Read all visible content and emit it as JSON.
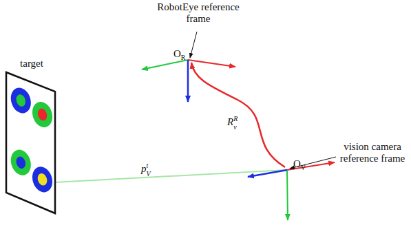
{
  "diagram": {
    "nodes": [
      {
        "text": [
          "target"
        ]
      }
    ],
    "labels": [
      "RobotEye reference frame",
      "OR",
      "RvR",
      "pVt",
      "vision camera reference frame",
      "OV"
    ]
  }
}
